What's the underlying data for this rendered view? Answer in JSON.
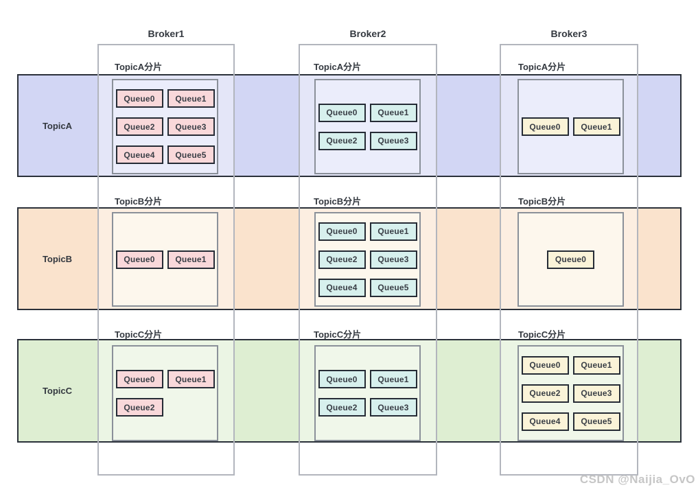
{
  "brokers": [
    {
      "label": "Broker1"
    },
    {
      "label": "Broker2"
    },
    {
      "label": "Broker3"
    }
  ],
  "topics": [
    {
      "label": "TopicA",
      "band_color": "#d2d6f4"
    },
    {
      "label": "TopicB",
      "band_color": "#fae3cd"
    },
    {
      "label": "TopicC",
      "band_color": "#deeed2"
    }
  ],
  "grid": {
    "cells": [
      {
        "topic": "TopicA",
        "broker": "Broker1",
        "shard_label": "TopicA分片",
        "queue_color": "#f9d8da",
        "queues": [
          "Queue0",
          "Queue1",
          "Queue2",
          "Queue3",
          "Queue4",
          "Queue5"
        ]
      },
      {
        "topic": "TopicA",
        "broker": "Broker2",
        "shard_label": "TopicA分片",
        "queue_color": "#d7f0ed",
        "queues": [
          "Queue0",
          "Queue1",
          "Queue2",
          "Queue3"
        ]
      },
      {
        "topic": "TopicA",
        "broker": "Broker3",
        "shard_label": "TopicA分片",
        "queue_color": "#faf3d8",
        "queues": [
          "Queue0",
          "Queue1"
        ]
      },
      {
        "topic": "TopicB",
        "broker": "Broker1",
        "shard_label": "TopicB分片",
        "queue_color": "#f9d8da",
        "queues": [
          "Queue0",
          "Queue1"
        ]
      },
      {
        "topic": "TopicB",
        "broker": "Broker2",
        "shard_label": "TopicB分片",
        "queue_color": "#d7f0ed",
        "queues": [
          "Queue0",
          "Queue1",
          "Queue2",
          "Queue3",
          "Queue4",
          "Queue5"
        ]
      },
      {
        "topic": "TopicB",
        "broker": "Broker3",
        "shard_label": "TopicB分片",
        "queue_color": "#faf3d8",
        "queues": [
          "Queue0"
        ]
      },
      {
        "topic": "TopicC",
        "broker": "Broker1",
        "shard_label": "TopicC分片",
        "queue_color": "#f9d8da",
        "queues": [
          "Queue0",
          "Queue1",
          "Queue2"
        ]
      },
      {
        "topic": "TopicC",
        "broker": "Broker2",
        "shard_label": "TopicC分片",
        "queue_color": "#d7f0ed",
        "queues": [
          "Queue0",
          "Queue1",
          "Queue2",
          "Queue3"
        ]
      },
      {
        "topic": "TopicC",
        "broker": "Broker3",
        "shard_label": "TopicC分片",
        "queue_color": "#faf3d8",
        "queues": [
          "Queue0",
          "Queue1",
          "Queue2",
          "Queue3",
          "Queue4",
          "Queue5"
        ]
      }
    ]
  },
  "colors": {
    "band_border": "#2a3039",
    "broker_border": "#b2b5bd",
    "shard_border": "#8a9099",
    "queue_border": "#252b35",
    "shard_fill_topicA": "#ebedfb",
    "shard_fill_topicB": "#fdf7ed",
    "shard_fill_topicC": "#f0f7ea"
  },
  "watermark": "CSDN @Naijia_OvO"
}
